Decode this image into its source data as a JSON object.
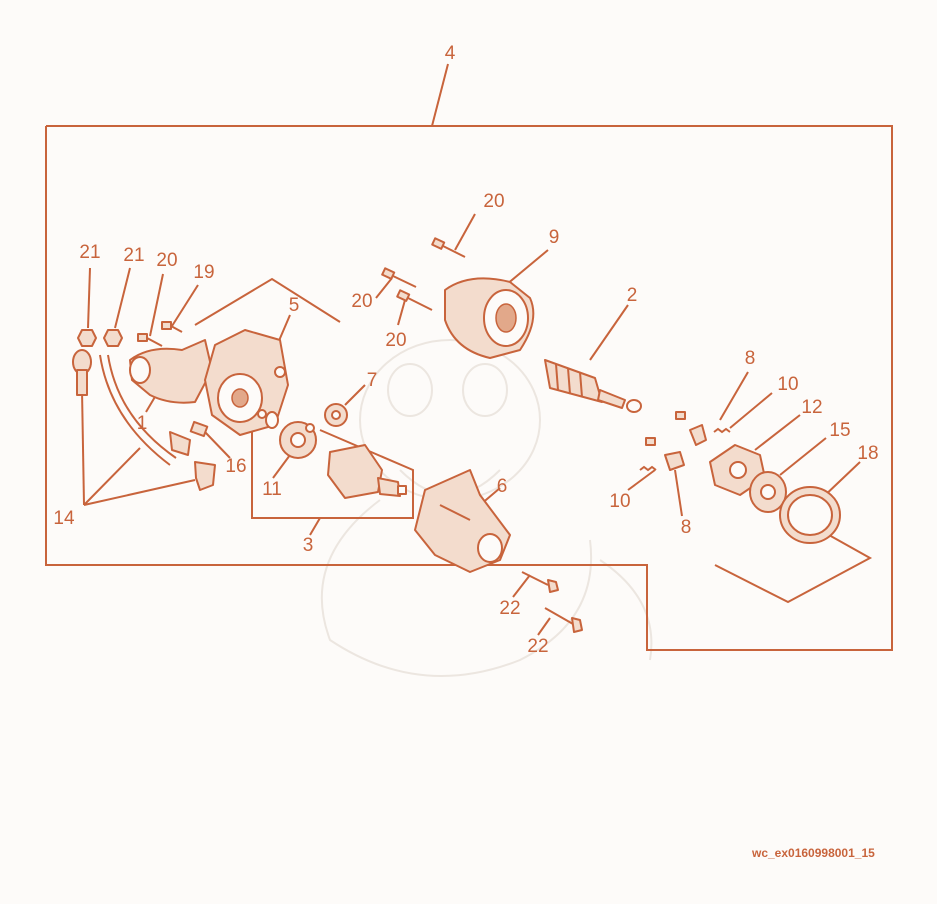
{
  "diagram": {
    "callouts": {
      "c4": "4",
      "c20a": "20",
      "c9": "9",
      "c2": "2",
      "c21a": "21",
      "c21b": "21",
      "c20b": "20",
      "c19": "19",
      "c5": "5",
      "c20c": "20",
      "c20d": "20",
      "c7": "7",
      "c1": "1",
      "c16": "16",
      "c11": "11",
      "c14": "14",
      "c3": "3",
      "c6": "6",
      "c8a": "8",
      "c10a": "10",
      "c12": "12",
      "c15": "15",
      "c18": "18",
      "c10b": "10",
      "c8b": "8",
      "c22a": "22",
      "c22b": "22"
    },
    "reference_code": "wc_ex0160998001_15"
  },
  "colors": {
    "line": "#c8643c",
    "part_fill": "#f3dccd",
    "background": "#fdfbf9"
  }
}
